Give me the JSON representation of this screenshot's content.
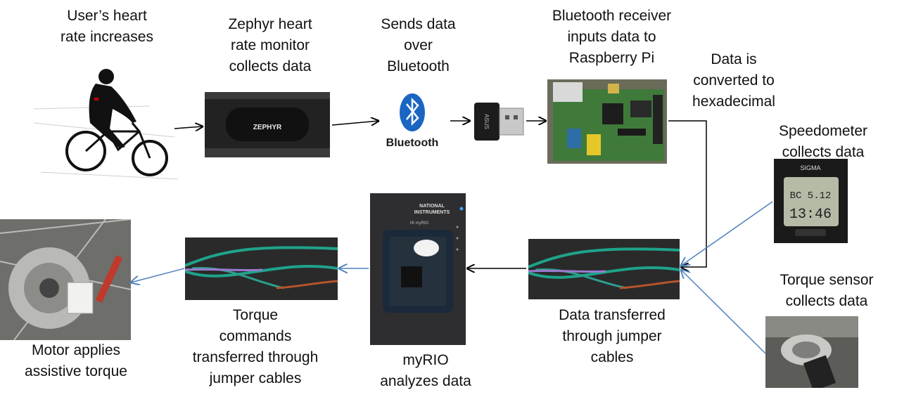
{
  "steps": {
    "heart_rate": {
      "line1": "User’s heart",
      "line2": "rate increases"
    },
    "zephyr": {
      "line1": "Zephyr heart",
      "line2": "rate monitor",
      "line3": "collects data"
    },
    "bluetooth": {
      "line1": "Sends data",
      "line2": "over",
      "line3": "Bluetooth"
    },
    "receiver": {
      "line1": "Bluetooth receiver",
      "line2": "inputs data to",
      "line3": "Raspberry Pi"
    },
    "hex": {
      "line1": "Data is",
      "line2": "converted to",
      "line3": "hexadecimal"
    },
    "speedometer": {
      "line1": "Speedometer",
      "line2": "collects data"
    },
    "torque_sensor": {
      "line1": "Torque sensor",
      "line2": "collects data"
    },
    "jumper_in": {
      "line1": "Data transferred",
      "line2": "through jumper",
      "line3": "cables"
    },
    "myrio": {
      "line1": "myRIO",
      "line2": "analyzes data"
    },
    "jumper_out": {
      "line1": "Torque",
      "line2": "commands",
      "line3": "transferred through",
      "line4": "jumper cables"
    },
    "motor": {
      "line1": "Motor applies",
      "line2": "assistive torque"
    }
  },
  "images": {
    "zephyr_text": "ZEPHYR",
    "bluetooth_logo_text": "Bluetooth",
    "dongle_text": "ASUS",
    "myrio_brand_1": "NATIONAL",
    "myrio_brand_2": "INSTRUMENTS",
    "myrio_model": "NI myRIO",
    "sigma_brand": "SIGMA",
    "speedo_line1": "BC  5.12",
    "speedo_line2": "13:46"
  },
  "colors": {
    "black_arrow": "#000000",
    "blue_arrow": "#4f81bd"
  }
}
